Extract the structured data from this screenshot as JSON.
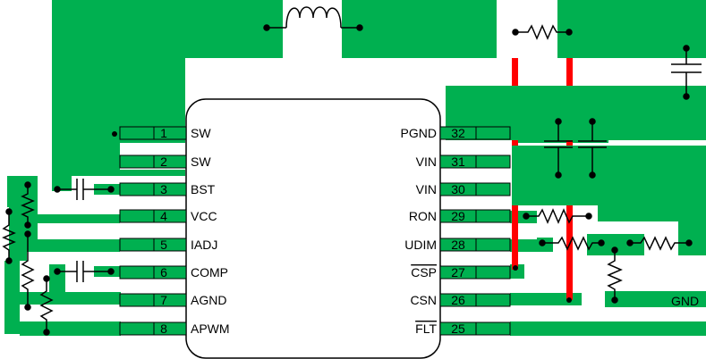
{
  "colors": {
    "copper": "#00b050",
    "trace_red": "#ff0000",
    "outline": "#000000",
    "background": "#ffffff"
  },
  "ic": {
    "left_pins": [
      {
        "num": "1",
        "name": "SW"
      },
      {
        "num": "2",
        "name": "SW"
      },
      {
        "num": "3",
        "name": "BST"
      },
      {
        "num": "4",
        "name": "VCC"
      },
      {
        "num": "5",
        "name": "IADJ"
      },
      {
        "num": "6",
        "name": "COMP"
      },
      {
        "num": "7",
        "name": "AGND"
      },
      {
        "num": "8",
        "name": "APWM"
      }
    ],
    "right_pins": [
      {
        "num": "32",
        "name": "PGND",
        "overline": false
      },
      {
        "num": "31",
        "name": "VIN",
        "overline": false
      },
      {
        "num": "30",
        "name": "VIN",
        "overline": false
      },
      {
        "num": "29",
        "name": "RON",
        "overline": false
      },
      {
        "num": "28",
        "name": "UDIM",
        "overline": false
      },
      {
        "num": "27",
        "name": "CSP",
        "overline": true
      },
      {
        "num": "26",
        "name": "CSN",
        "overline": false
      },
      {
        "num": "25",
        "name": "FLT",
        "overline": true
      }
    ]
  },
  "labels": {
    "gnd": "GND"
  },
  "components": {
    "inductor": "inductor-symbol",
    "resistor": "resistor-symbol",
    "capacitor": "capacitor-symbol"
  }
}
